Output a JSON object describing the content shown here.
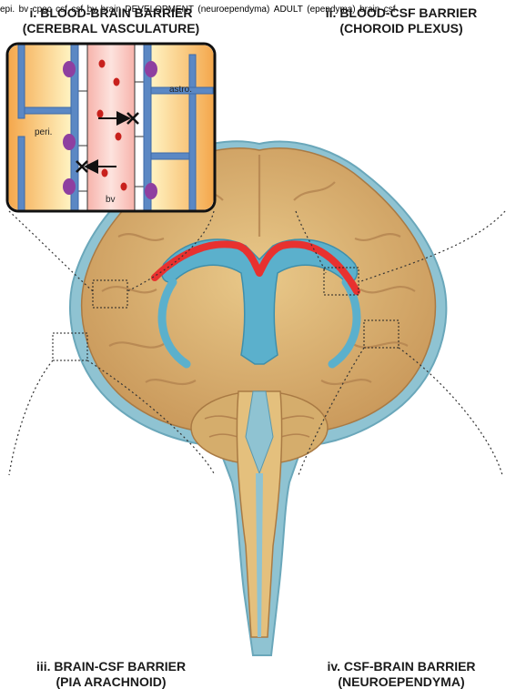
{
  "panels": {
    "p1": {
      "title_line1": "i. BLOOD-BRAIN BARRIER",
      "title_line2": "(CEREBRAL VASCULATURE)",
      "labels": {
        "peri": "peri.",
        "astro": "astro.",
        "bv": "bv"
      }
    },
    "p2": {
      "title_line1": "ii. BLOOD-CSF BARRIER",
      "title_line2": "(CHOROID PLEXUS)",
      "labels": {
        "epi": "epi.",
        "bv": "bv",
        "cpec": "cpec",
        "csf": "csf"
      }
    },
    "p3": {
      "title_line1": "iii. BRAIN-CSF BARRIER",
      "title_line2": "(PIA ARACHNOID)",
      "labels": {
        "csf": "csf",
        "bv": "bv",
        "brain": "brain"
      }
    },
    "p4": {
      "title_line1": "iv. CSF-BRAIN BARRIER",
      "title_line2": "(NEUROEPENDYMA)",
      "labels": {
        "development": "DEVELOPMENT",
        "neuroependyma": "(neuroependyma)",
        "adult": "ADULT",
        "ependyma": "(ependyma)",
        "brain": "brain",
        "csf": "csf"
      }
    }
  },
  "colors": {
    "blood": "#e8312f",
    "csf": "#29a9e1",
    "brain": "#f4a64a",
    "astrocyte": "#5b88c4",
    "pericyte": "#8e3fa0",
    "epithelial": "#7cc47a",
    "brain_tissue": "#d8ae6a",
    "ventricle": "#5bb0cc"
  }
}
